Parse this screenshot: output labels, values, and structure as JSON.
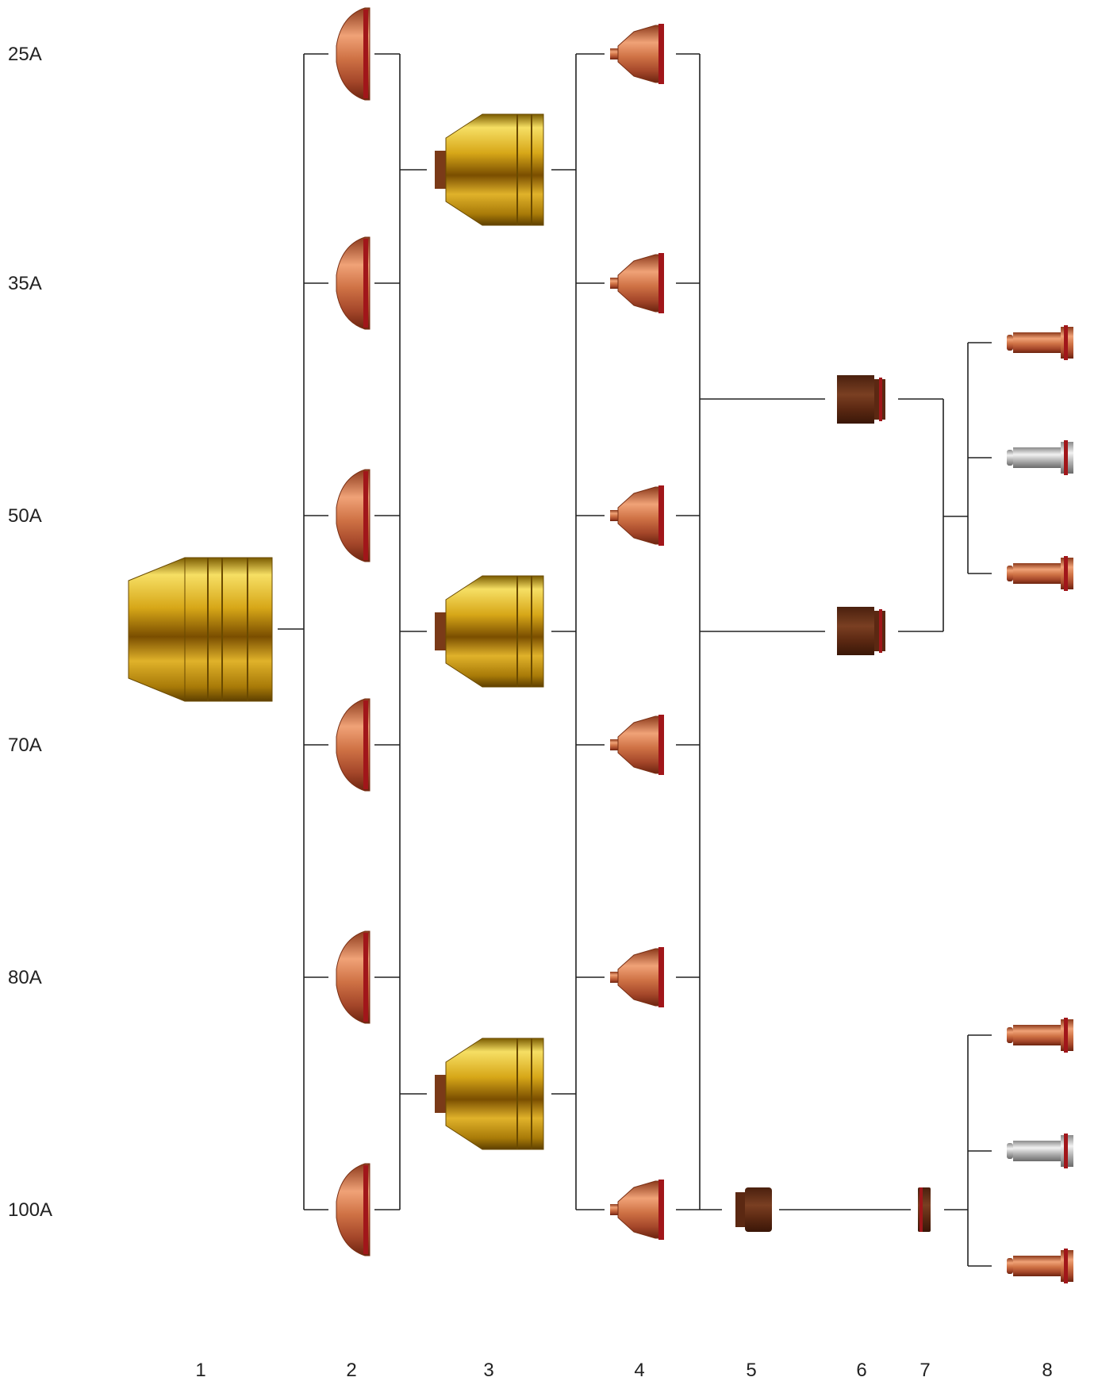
{
  "amperage_labels": [
    "25A",
    "35A",
    "50A",
    "70A",
    "80A",
    "100A"
  ],
  "column_numbers": [
    "1",
    "2",
    "3",
    "4",
    "5",
    "6",
    "7",
    "8"
  ]
}
